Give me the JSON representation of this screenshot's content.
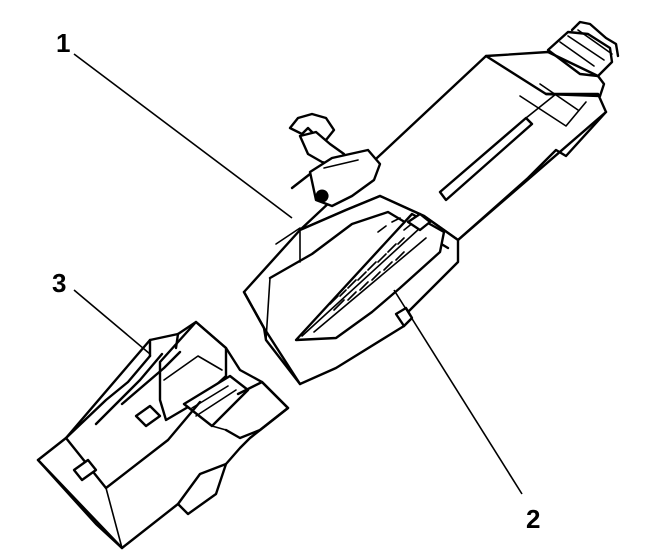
{
  "callouts": {
    "c1": {
      "label": "1"
    },
    "c2": {
      "label": "2"
    },
    "c3": {
      "label": "3"
    }
  }
}
